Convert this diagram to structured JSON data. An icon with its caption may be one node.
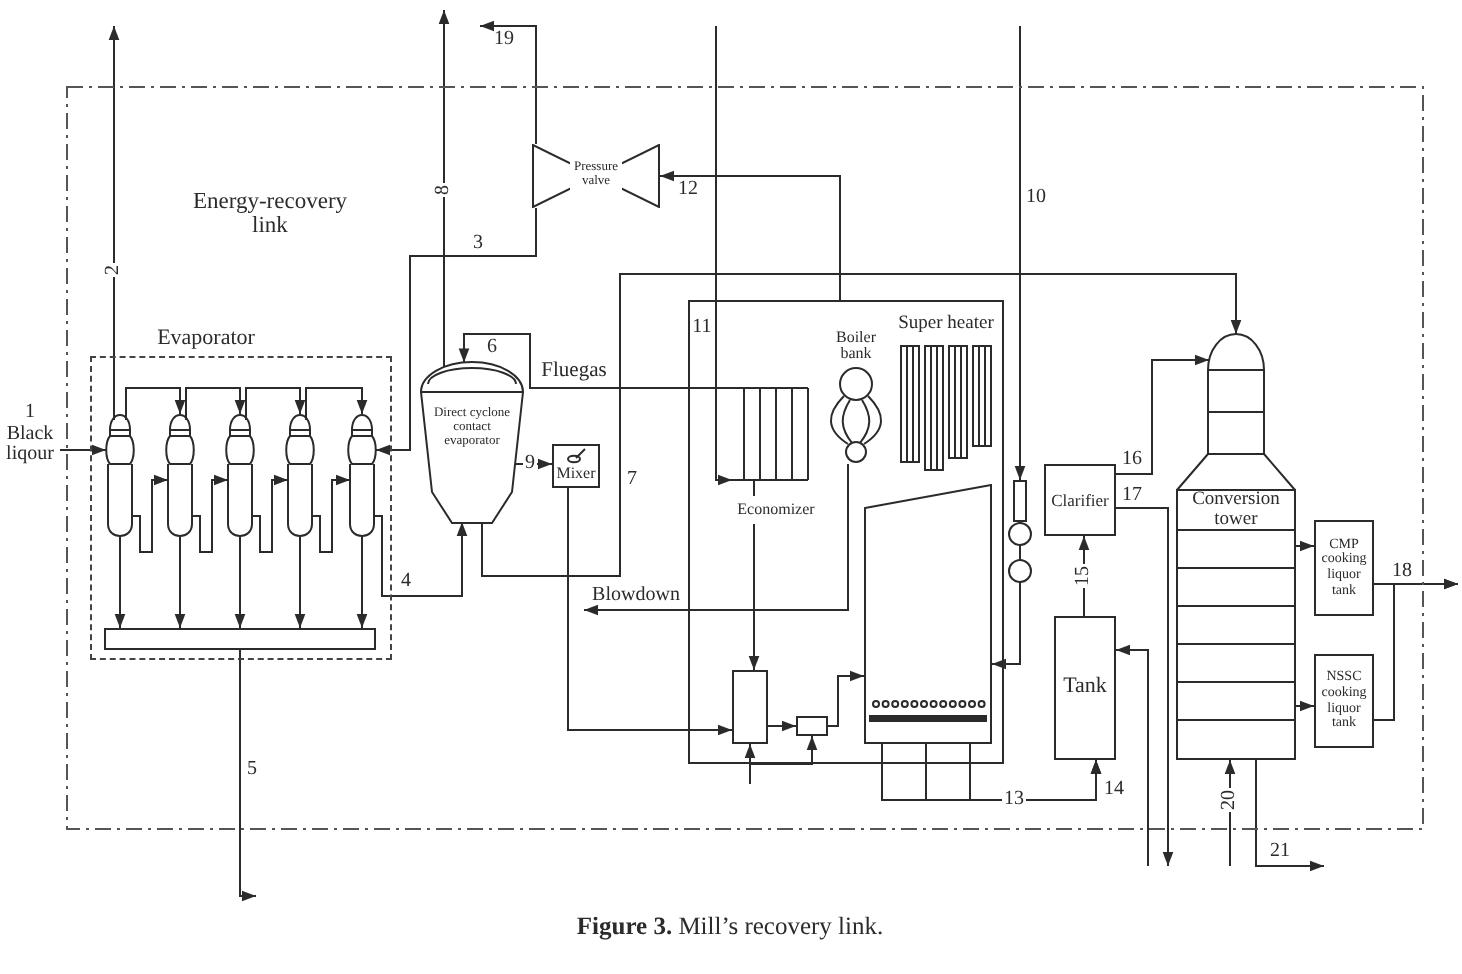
{
  "diagram": {
    "caption": "**Figure 3.** Mill’s recovery link.",
    "nodes": [
      {
        "text": [
          "Energy-recovery link"
        ]
      },
      {
        "text": [
          "Evaporator"
        ],
        "in": 0
      },
      {
        "text": [],
        "shape": "cylinder",
        "in": 1
      },
      {
        "text": [],
        "shape": "cylinder",
        "in": 1
      },
      {
        "text": [],
        "shape": "cylinder",
        "in": 1
      },
      {
        "text": [],
        "shape": "cylinder",
        "in": 1
      },
      {
        "text": [],
        "shape": "cylinder",
        "in": 1
      },
      {
        "text": [],
        "shape": "bar",
        "in": 1
      },
      {
        "text": [
          "Direct cyclone contact evaporator"
        ],
        "in": 0
      },
      {
        "text": [
          "Mixer"
        ],
        "in": 0
      },
      {
        "text": [
          "Pressure valve"
        ],
        "in": 0
      },
      {
        "text": [],
        "shape": "box",
        "in": 0
      },
      {
        "text": [
          "Economizer"
        ],
        "in": 11
      },
      {
        "text": [
          "Boiler bank"
        ],
        "in": 11
      },
      {
        "text": [
          "Super heater"
        ],
        "in": 11
      },
      {
        "text": [],
        "shape": "box",
        "in": 11
      },
      {
        "text": [],
        "shape": "box",
        "in": 11
      },
      {
        "text": [],
        "shape": "box",
        "in": 11
      },
      {
        "text": [],
        "shape": "circle",
        "in": 0
      },
      {
        "text": [
          "Clarifier"
        ],
        "in": 0
      },
      {
        "text": [
          "Tank"
        ],
        "in": 0
      },
      {
        "text": [
          "Conversion tower"
        ],
        "in": 0
      },
      {
        "text": [
          "CMP cooking liquor tank"
        ],
        "in": 0
      },
      {
        "text": [
          "NSSC cooking liquor tank"
        ],
        "in": 0
      }
    ],
    "edges": [
      {
        "from": null,
        "to": 2,
        "arrow": "to",
        "label": "1 Black liqour"
      },
      {
        "from": 2,
        "to": null,
        "arrow": "to",
        "label": "2"
      },
      {
        "from": 2,
        "to": 3,
        "arrow": "to"
      },
      {
        "from": 3,
        "to": 4,
        "arrow": "to"
      },
      {
        "from": 4,
        "to": 5,
        "arrow": "to"
      },
      {
        "from": 5,
        "to": 6,
        "arrow": "to"
      },
      {
        "from": 2,
        "to": 3,
        "arrow": "to"
      },
      {
        "from": 3,
        "to": 4,
        "arrow": "to"
      },
      {
        "from": 4,
        "to": 5,
        "arrow": "to"
      },
      {
        "from": 5,
        "to": 6,
        "arrow": "to"
      },
      {
        "from": 2,
        "to": 7,
        "arrow": "to"
      },
      {
        "from": 3,
        "to": 7,
        "arrow": "to"
      },
      {
        "from": 4,
        "to": 7,
        "arrow": "to"
      },
      {
        "from": 5,
        "to": 7,
        "arrow": "to"
      },
      {
        "from": 6,
        "to": 7,
        "arrow": "to"
      },
      {
        "from": 7,
        "to": null,
        "arrow": "to",
        "label": "5"
      },
      {
        "from": 6,
        "to": 8,
        "arrow": "to",
        "label": "4"
      },
      {
        "from": 10,
        "to": 6,
        "arrow": "to",
        "label": "3"
      },
      {
        "from": 10,
        "to": null,
        "arrow": "to",
        "label": "19"
      },
      {
        "from": 8,
        "to": null,
        "arrow": "to",
        "label": "8"
      },
      {
        "from": 11,
        "to": 10,
        "arrow": "to",
        "label": "12"
      },
      {
        "from": 12,
        "to": 8,
        "arrow": "to",
        "label": "6"
      },
      {
        "from": 8,
        "to": 9,
        "arrow": "to",
        "label": "9"
      },
      {
        "from": 8,
        "to": 21,
        "arrow": "to",
        "label": "7"
      },
      {
        "from": null,
        "to": 12,
        "arrow": "to",
        "label": "11"
      },
      {
        "from": 13,
        "to": null,
        "arrow": "to",
        "label": "Blowdown"
      },
      {
        "from": 12,
        "to": 16,
        "arrow": "to"
      },
      {
        "from": 9,
        "to": 16,
        "arrow": "to"
      },
      {
        "from": 16,
        "to": 17,
        "arrow": "to"
      },
      {
        "from": null,
        "to": 16,
        "arrow": "to"
      },
      {
        "from": null,
        "to": 17,
        "arrow": "to"
      },
      {
        "from": 17,
        "to": 15,
        "arrow": "to"
      },
      {
        "from": null,
        "to": 18,
        "arrow": "to",
        "label": "10"
      },
      {
        "from": 18,
        "to": 15,
        "arrow": "to"
      },
      {
        "from": 15,
        "to": 20,
        "arrow": "to",
        "label": "13"
      },
      {
        "from": 20,
        "to": 19,
        "arrow": "to",
        "label": "15"
      },
      {
        "from": 19,
        "to": 21,
        "arrow": "to",
        "label": "16"
      },
      {
        "from": 19,
        "to": null,
        "arrow": "to",
        "label": "17"
      },
      {
        "from": null,
        "to": 20,
        "arrow": "to"
      },
      {
        "from": 21,
        "to": 22,
        "arrow": "to"
      },
      {
        "from": 21,
        "to": 23,
        "arrow": "to"
      },
      {
        "from": 22,
        "to": null,
        "arrow": "to",
        "label": "18"
      },
      {
        "from": 23,
        "to": null,
        "arrow": "to"
      },
      {
        "from": null,
        "to": 21,
        "arrow": "to",
        "label": "20"
      },
      {
        "from": 21,
        "to": null,
        "arrow": "to",
        "label": "21"
      },
      {
        "from": 15,
        "to": 20,
        "arrow": "to"
      },
      {
        "from": 15,
        "to": 20,
        "arrow": "to"
      }
    ],
    "labels": [
      "Fluegas",
      "14"
    ]
  }
}
